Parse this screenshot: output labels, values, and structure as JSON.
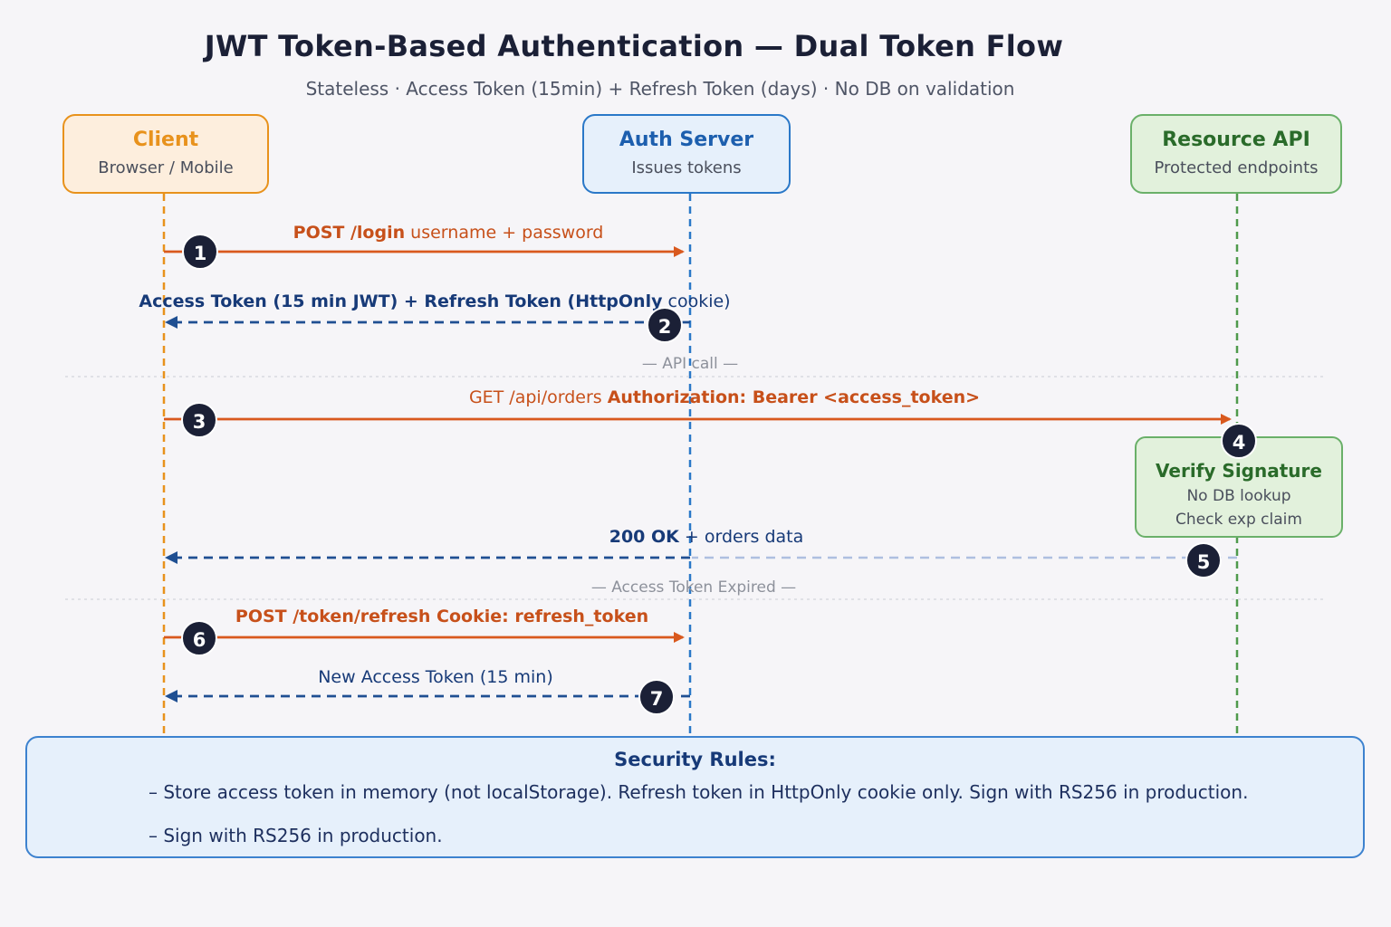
{
  "title": "JWT Token-Based Authentication — Dual Token Flow",
  "subtitle": "Stateless · Access Token (15min) + Refresh Token (days) · No DB on validation",
  "colors": {
    "client": "#e8921c",
    "client_fill": "#fdeedd",
    "auth": "#2a78c8",
    "auth_fill": "#e6f0fb",
    "api": "#4f9a4c",
    "api_fill": "#e2f1dc",
    "request": "#d9591e",
    "response": "#1f4f92",
    "badge": "#1b2036"
  },
  "actors": {
    "client": {
      "name": "Client",
      "sub": "Browser / Mobile"
    },
    "auth": {
      "name": "Auth Server",
      "sub": "Issues tokens"
    },
    "api": {
      "name": "Resource API",
      "sub": "Protected endpoints"
    }
  },
  "steps": [
    {
      "num": "1",
      "label_main": "POST /login",
      "label_rest": " username + password"
    },
    {
      "num": "2",
      "label_main": "Access Token (15 min JWT) + Refresh Token (HttpOnly",
      "label_rest": " cookie)"
    },
    {
      "num": "3",
      "label_pre": "GET /api/orders ",
      "label_main": "Authorization: Bearer <access_token>"
    },
    {
      "num": "4"
    },
    {
      "num": "5",
      "label_main": "200 OK",
      "label_rest": " + orders data"
    },
    {
      "num": "6",
      "label_main": "POST /token/refresh",
      "label_rest": " Cookie: refresh_token"
    },
    {
      "num": "7",
      "label_main": "New Access Token (15 min)"
    }
  ],
  "dividers": {
    "api_call": "— API call —",
    "expired": "— Access Token Expired —"
  },
  "verify": {
    "title": "Verify Signature",
    "line1": "No DB lookup",
    "line2": "Check exp claim"
  },
  "rules": {
    "title": "Security Rules:",
    "line1": "– Store access token in memory (not localStorage). Refresh token in HttpOnly cookie only. Sign with RS256 in production.",
    "line2": "– Sign with RS256 in production."
  }
}
